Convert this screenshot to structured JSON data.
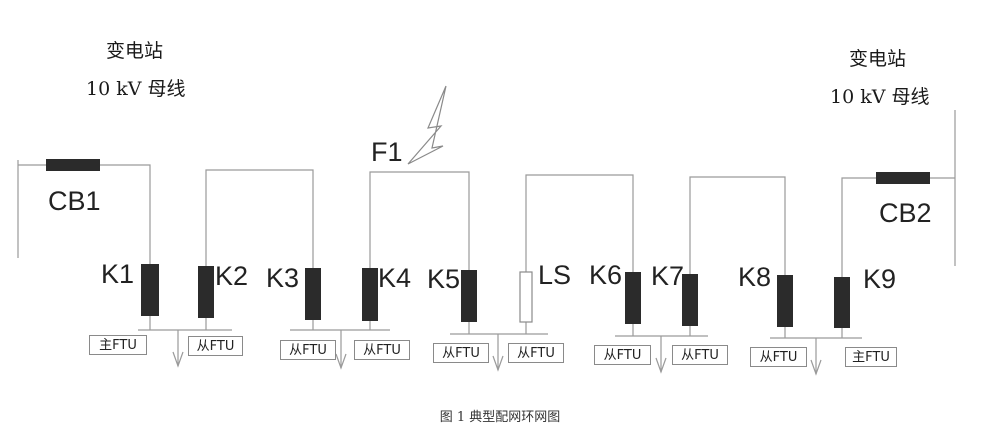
{
  "substations": [
    {
      "name": "变电站",
      "bus": "10 kV 母线"
    },
    {
      "name": "变电站",
      "bus": "10 kV 母线"
    }
  ],
  "breakers": [
    "CB1",
    "CB2"
  ],
  "fault_label": "F1",
  "switches": [
    "K1",
    "K2",
    "K3",
    "K4",
    "K5",
    "LS",
    "K6",
    "K7",
    "K8",
    "K9"
  ],
  "ftu": [
    "主FTU",
    "从FTU",
    "从FTU",
    "从FTU",
    "从FTU",
    "从FTU",
    "从FTU",
    "从FTU",
    "从FTU",
    "主FTU"
  ],
  "caption": "图 1 典型配网环网图",
  "colors": {
    "line": "#9a9a9a",
    "device": "#2b2b2b",
    "text": "#1a1a1a"
  },
  "icons": [
    "lightning-bolt-icon",
    "ground-arrow-icon"
  ]
}
